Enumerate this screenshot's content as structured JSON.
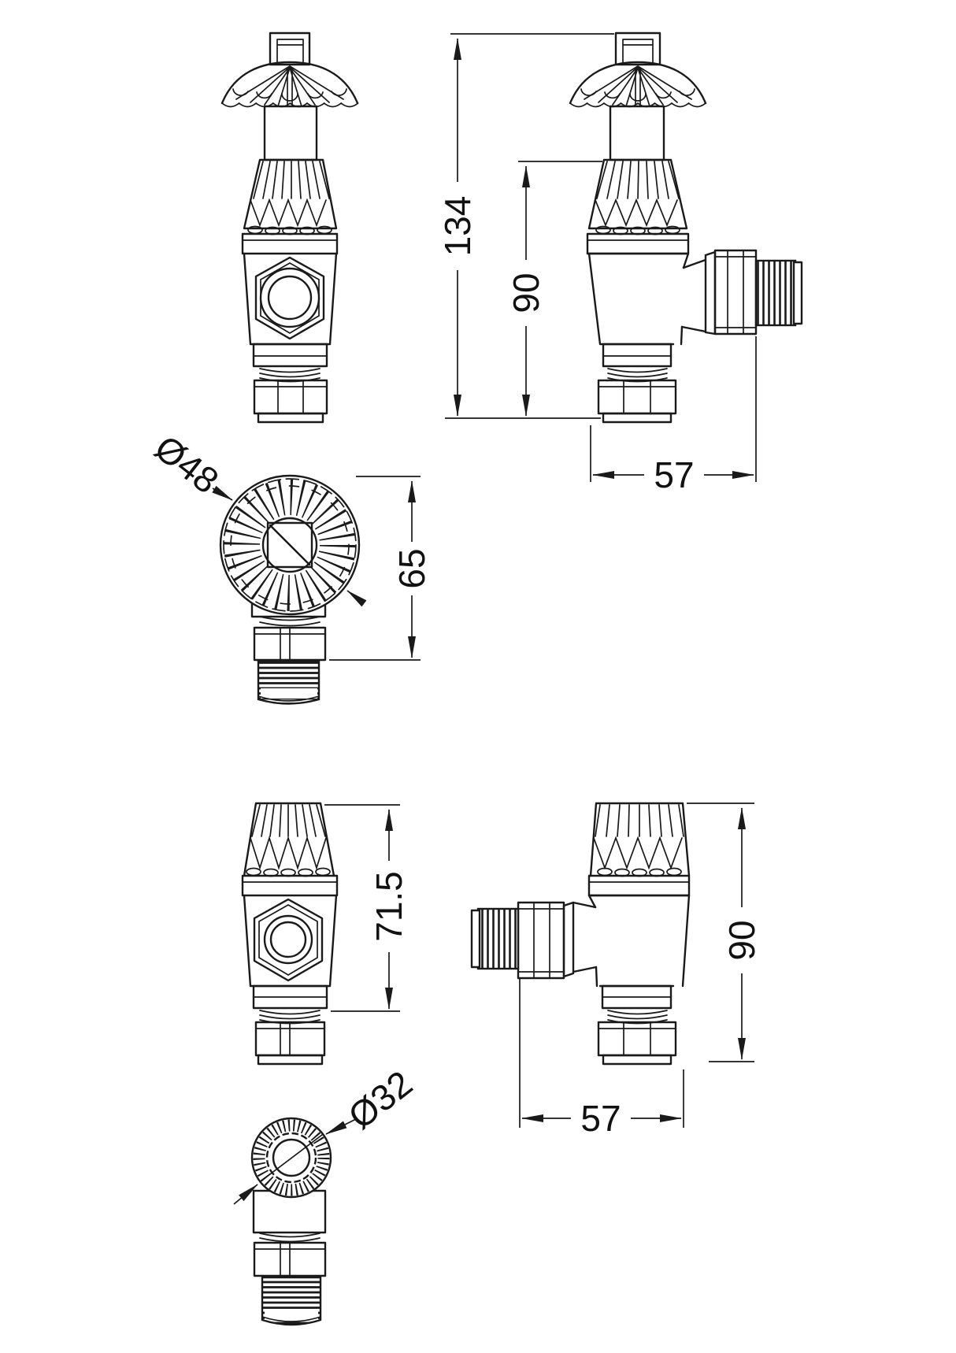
{
  "page": {
    "background_color": "#ffffff",
    "line_color": "#1a1a1a"
  },
  "dimensions": {
    "trv": {
      "overall_height": "134",
      "head_height": "90",
      "depth": "57",
      "cap_diameter": "Ø48",
      "top_assembly_height": "65"
    },
    "lockshield": {
      "head_height": "71.5",
      "cap_diameter": "Ø32",
      "body_height": "90",
      "depth": "57"
    }
  }
}
